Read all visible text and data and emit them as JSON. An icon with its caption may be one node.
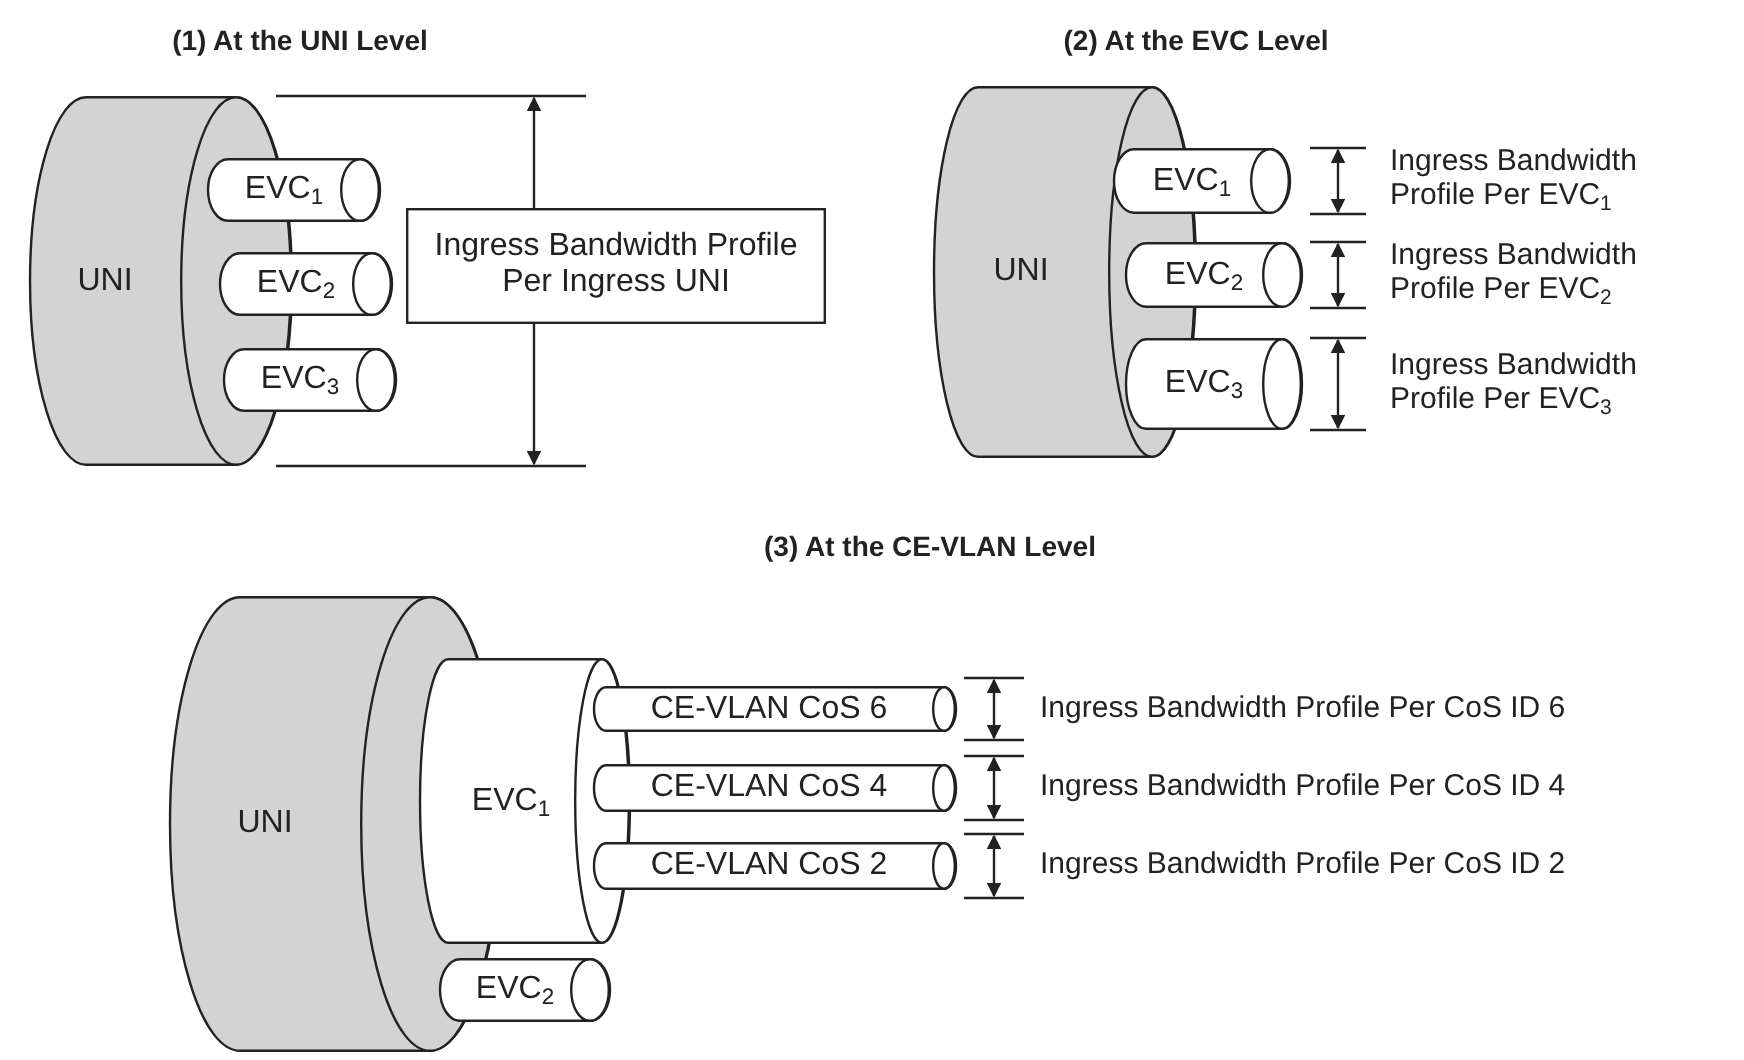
{
  "diagram": {
    "nodes": [
      {
        "text": [
          "UNI"
        ]
      },
      {
        "text": [
          "EVC$_{1}$"
        ]
      },
      {
        "text": [
          "EVC$_{2}$"
        ]
      },
      {
        "text": [
          "EVC$_{3}$"
        ]
      },
      {
        "text": [
          "Ingress Bandwidth Profile Per Ingress UNI"
        ]
      },
      {
        "text": [
          "UNI"
        ]
      },
      {
        "text": [
          "EVC$_{1}$"
        ],
        "beside": [
          "Ingress Bandwidth Profile Per EVC$_{1}$"
        ]
      },
      {
        "text": [
          "EVC$_{2}$"
        ],
        "beside": [
          "Ingress Bandwidth Profile Per EVC$_{2}$"
        ]
      },
      {
        "text": [
          "EVC$_{3}$"
        ],
        "beside": [
          "Ingress Bandwidth Profile Per EVC$_{3}$"
        ]
      },
      {
        "text": [
          "UNI"
        ]
      },
      {
        "text": [
          "EVC$_{1}$"
        ]
      },
      {
        "text": [
          "CE-VLAN CoS 6"
        ],
        "beside": [
          "Ingress Bandwidth Profile Per CoS ID 6"
        ]
      },
      {
        "text": [
          "CE-VLAN CoS 4"
        ],
        "beside": [
          "Ingress Bandwidth Profile Per CoS ID 4"
        ]
      },
      {
        "text": [
          "CE-VLAN CoS 2"
        ],
        "beside": [
          "Ingress Bandwidth Profile Per CoS ID 2"
        ]
      },
      {
        "text": [
          "EVC$_{2}$"
        ]
      }
    ],
    "labels": [
      "(1) At the UNI Level",
      "(2) At the EVC Level",
      "(3) At the CE-VLAN Level"
    ]
  }
}
